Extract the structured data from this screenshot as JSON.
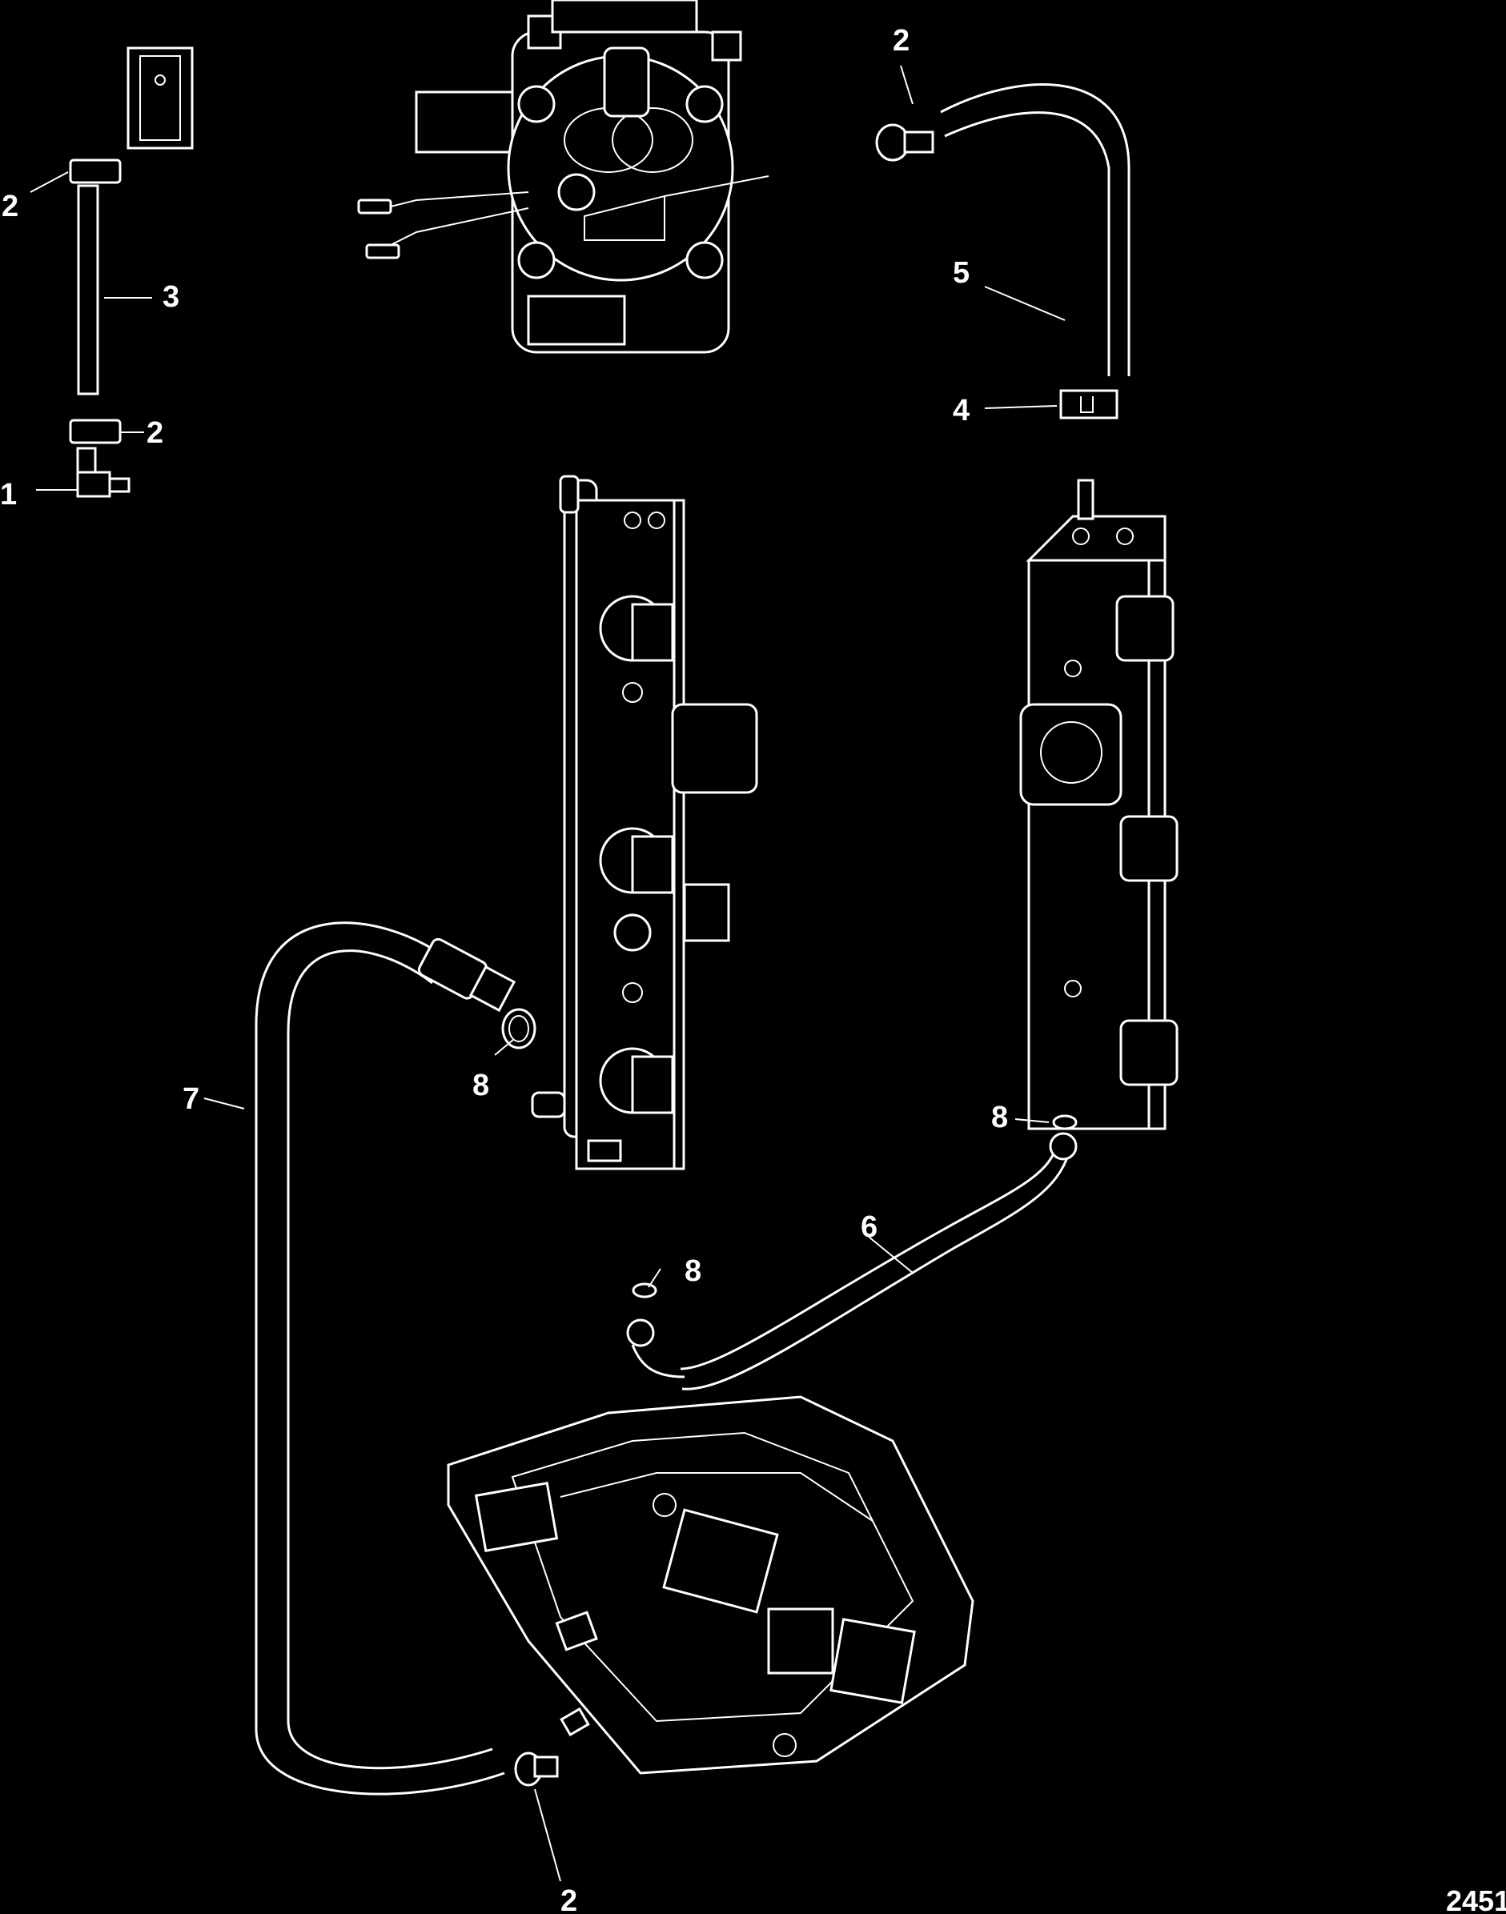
{
  "figure": {
    "id_label": "2451"
  },
  "callouts": [
    {
      "key": "c1",
      "label": "1"
    },
    {
      "key": "c2a",
      "label": "2"
    },
    {
      "key": "c2b",
      "label": "2"
    },
    {
      "key": "c2c",
      "label": "2"
    },
    {
      "key": "c2d",
      "label": "2"
    },
    {
      "key": "c3",
      "label": "3"
    },
    {
      "key": "c4",
      "label": "4"
    },
    {
      "key": "c5",
      "label": "5"
    },
    {
      "key": "c6",
      "label": "6"
    },
    {
      "key": "c7",
      "label": "7"
    },
    {
      "key": "c8a",
      "label": "8"
    },
    {
      "key": "c8b",
      "label": "8"
    },
    {
      "key": "c8c",
      "label": "8"
    }
  ],
  "colors": {
    "background": "#000000",
    "line_art": "#ffffff"
  }
}
